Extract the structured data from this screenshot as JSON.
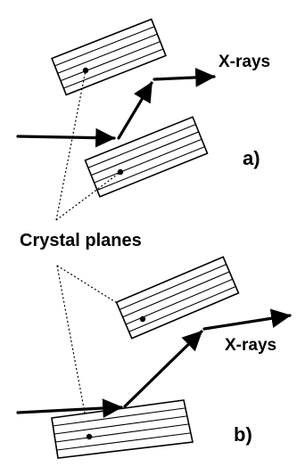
{
  "labels": {
    "xrays_a": "X-rays",
    "xrays_b": "X-rays",
    "crystal_planes": "Crystal planes",
    "panel_a": "a)",
    "panel_b": "b)"
  },
  "colors": {
    "ink": "#000000",
    "background": "#ffffff"
  }
}
